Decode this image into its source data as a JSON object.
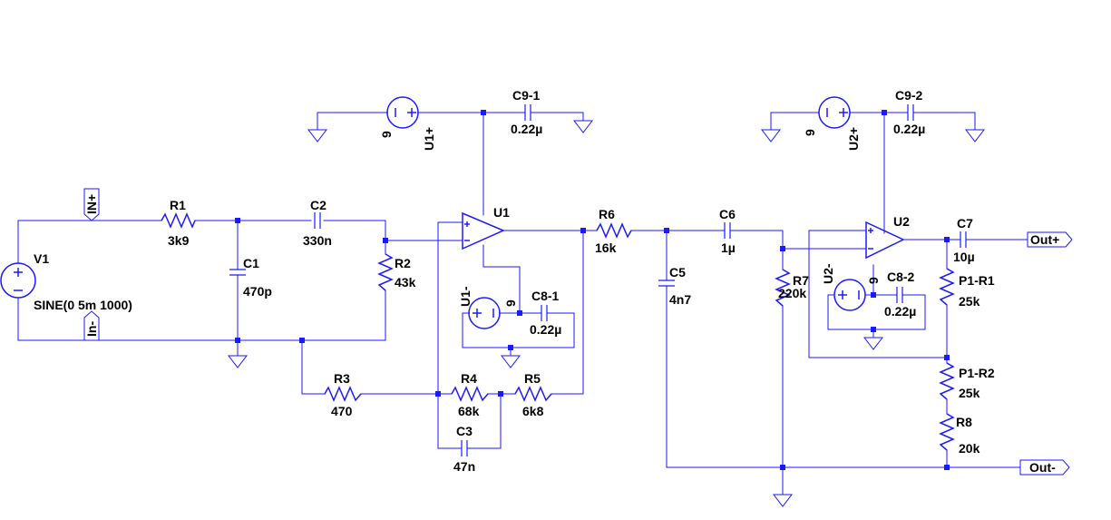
{
  "components": {
    "V1": {
      "ref": "V1",
      "value": "SINE(0 5m 1000)"
    },
    "R1": {
      "ref": "R1",
      "value": "3k9"
    },
    "C1": {
      "ref": "C1",
      "value": "470p"
    },
    "C2": {
      "ref": "C2",
      "value": "330n"
    },
    "R2": {
      "ref": "R2",
      "value": "43k"
    },
    "R3": {
      "ref": "R3",
      "value": "470"
    },
    "R4": {
      "ref": "R4",
      "value": "68k"
    },
    "R5": {
      "ref": "R5",
      "value": "6k8"
    },
    "C3": {
      "ref": "C3",
      "value": "47n"
    },
    "U1": {
      "ref": "U1"
    },
    "U1P": {
      "ref": "U1+",
      "value": "9"
    },
    "U1M": {
      "ref": "U1-",
      "value": "9"
    },
    "C9_1": {
      "ref": "C9-1",
      "value": "0.22µ"
    },
    "C8_1": {
      "ref": "C8-1",
      "value": "0.22µ"
    },
    "R6": {
      "ref": "R6",
      "value": "16k"
    },
    "C5": {
      "ref": "C5",
      "value": "4n7"
    },
    "C6": {
      "ref": "C6",
      "value": "1µ"
    },
    "R7": {
      "ref": "R7",
      "value": "220k"
    },
    "U2": {
      "ref": "U2"
    },
    "U2P": {
      "ref": "U2+",
      "value": "9"
    },
    "U2M": {
      "ref": "U2-",
      "value": "9"
    },
    "C9_2": {
      "ref": "C9-2",
      "value": "0.22µ"
    },
    "C8_2": {
      "ref": "C8-2",
      "value": "0.22µ"
    },
    "C7": {
      "ref": "C7",
      "value": "10µ"
    },
    "P1R1": {
      "ref": "P1-R1",
      "value": "25k"
    },
    "P1R2": {
      "ref": "P1-R2",
      "value": "25k"
    },
    "R8": {
      "ref": "R8",
      "value": "20k"
    }
  },
  "net_labels": {
    "in_plus": "IN+",
    "in_minus": "In-",
    "out_plus": "Out+",
    "out_minus": "Out-"
  },
  "colors": {
    "wire": "#1a1aff",
    "text": "#000000",
    "background": "#ffffff"
  }
}
